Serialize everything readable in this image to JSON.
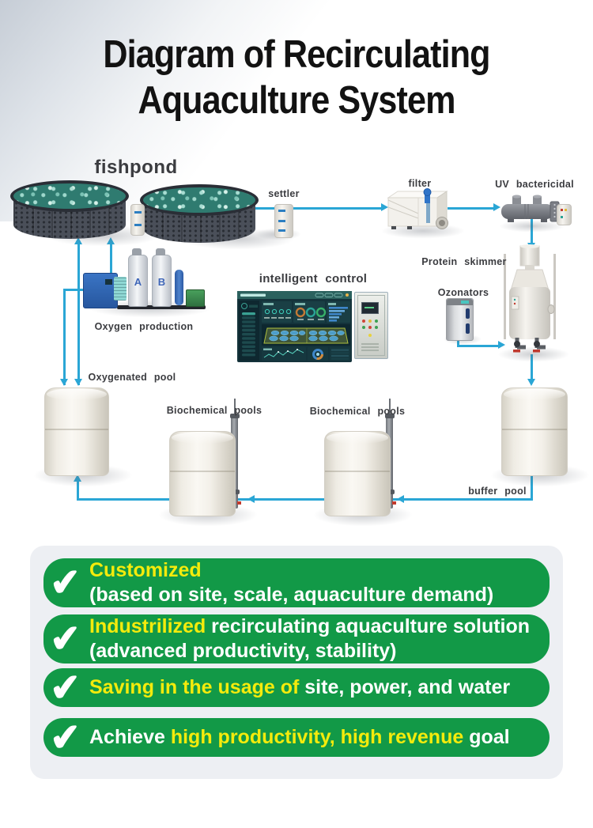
{
  "title": {
    "line1": "Diagram of Recirculating",
    "line2": "Aquaculture System"
  },
  "diagram": {
    "arrow_color": "#2aa6d5",
    "label_color": "#3b3c40",
    "labels": {
      "fishpond": "fishpond",
      "settler": "settler",
      "filter": "filter",
      "uv_bactericidal": "UV bactericidal",
      "protein_skimmer": "Protein skimmer",
      "ozonators": "Ozonators",
      "intelligent_control": "intelligent control",
      "oxygen_production": "Oxygen production",
      "oxygenated_pool": "Oxygenated pool",
      "biochemical_pools_1": "Biochemical pools",
      "biochemical_pools_2": "Biochemical pools",
      "buffer_pool": "buffer pool"
    },
    "oxygen_towers": {
      "a": "A",
      "b": "B"
    }
  },
  "benefits": {
    "panel_bg": "#edeff3",
    "banner_bg": "#129947",
    "highlight_color": "#f4eb0c",
    "text_color": "#ffffff",
    "checkmark": "✔",
    "items": [
      {
        "pre": "",
        "highlight": "Customized",
        "post": "",
        "line2": "(based on site, scale, aquaculture demand)"
      },
      {
        "pre": "",
        "highlight": "Industrilized",
        "post": "  recirculating aquaculture solution",
        "line2": "(advanced productivity, stability)"
      },
      {
        "pre": "",
        "highlight": "Saving in the usage of",
        "post": " site, power, and water",
        "line2": ""
      },
      {
        "pre": "Achieve ",
        "highlight": "high productivity, high revenue",
        "post": " goal",
        "line2": ""
      }
    ]
  }
}
